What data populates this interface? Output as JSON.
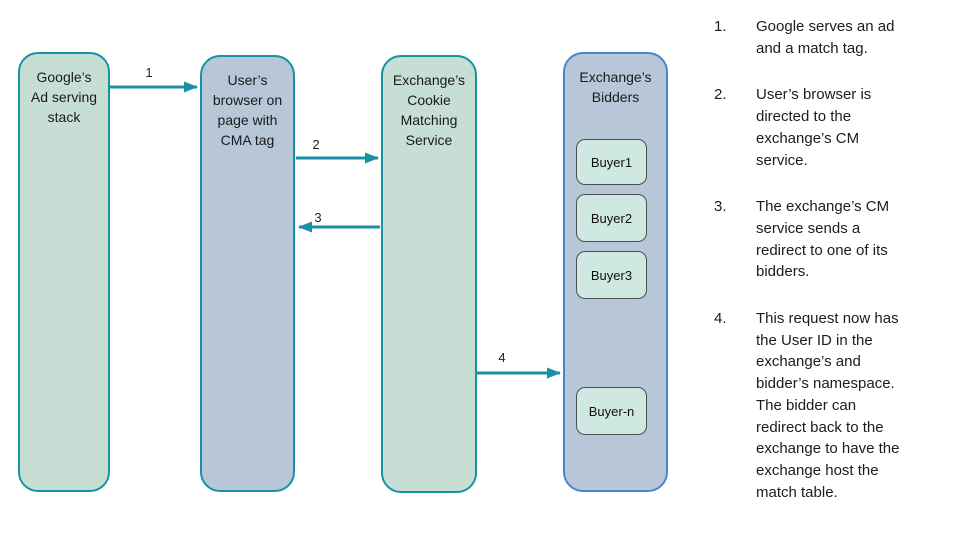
{
  "diagram": {
    "nodes": [
      {
        "title": "Google’s\nAd serving\nstack"
      },
      {
        "title": "User’s\nbrowser on\npage with\nCMA tag"
      },
      {
        "title": "Exchange’s\nCookie\nMatching\nService"
      },
      {
        "title": "Exchange’s\nBidders"
      }
    ],
    "bidders": [
      "Buyer1",
      "Buyer2",
      "Buyer3",
      "Buyer-n"
    ],
    "arrows": [
      {
        "label": "1"
      },
      {
        "label": "2"
      },
      {
        "label": "3"
      },
      {
        "label": "4"
      }
    ],
    "colors": {
      "node_green_fill": "#c7ded5",
      "node_blue_fill": "#b8c7d7",
      "teal_border": "#1791a5",
      "blue_border": "#4a86c6",
      "buyer_fill": "#cfe9e2",
      "buyer_border": "#4a5054",
      "arrow": "#1791a5"
    }
  },
  "steps": [
    {
      "number": "1.",
      "text": "Google serves an ad\nand a match tag."
    },
    {
      "number": "2.",
      "text": "User’s browser is\ndirected to the\nexchange’s CM\nservice."
    },
    {
      "number": "3.",
      "text": "The exchange’s CM\nservice sends a\nredirect to one of its\nbidders."
    },
    {
      "number": "4.",
      "text": "This request now has\nthe User ID in the\nexchange’s and\nbidder’s namespace.\nThe bidder can\nredirect back to the\nexchange to have the\nexchange host the\nmatch table."
    }
  ]
}
